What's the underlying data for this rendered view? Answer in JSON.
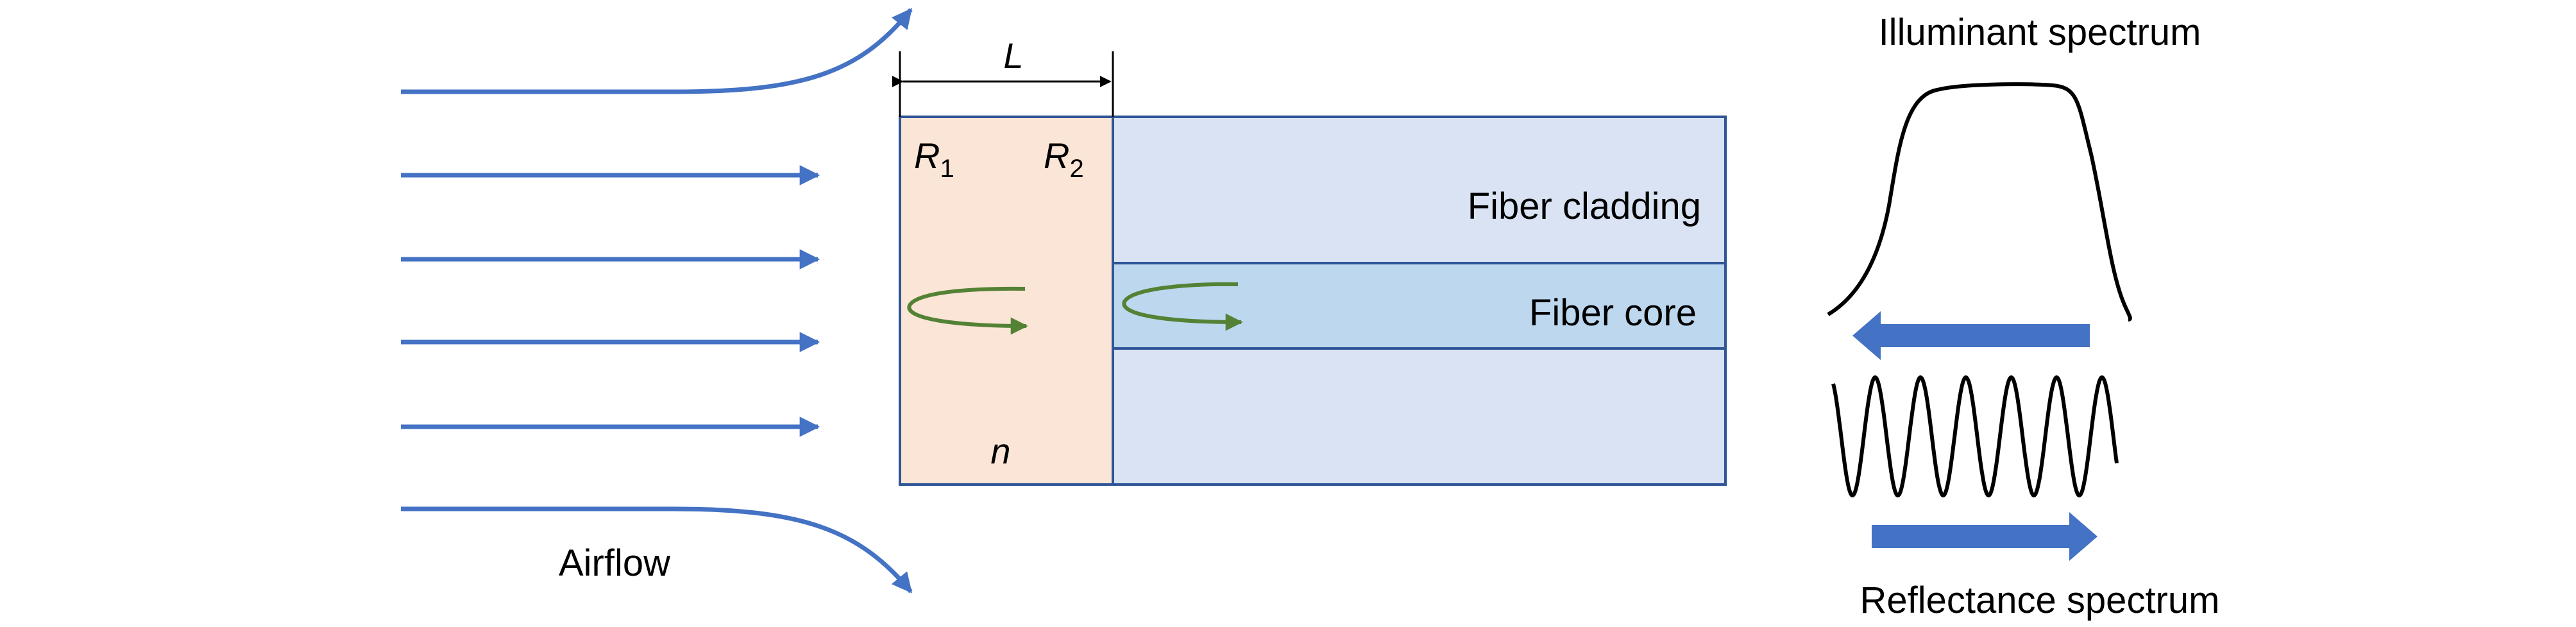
{
  "labels": {
    "length": "L",
    "r1": "R",
    "r1_sub": "1",
    "r2": "R",
    "r2_sub": "2",
    "index": "n",
    "fiber_cladding": "Fiber cladding",
    "fiber_core": "Fiber core",
    "airflow": "Airflow",
    "illuminant_spectrum": "Illuminant spectrum",
    "reflectance_spectrum": "Reflectance spectrum"
  },
  "colors": {
    "flow_arrow": "#4472C4",
    "cavity_fill": "#FBE5D6",
    "cladding_fill": "#DAE3F3",
    "core_fill": "#BDD7EE",
    "border": "#2F5597",
    "reflection_loop": "#548235",
    "spectrum_line": "#000000",
    "direction_arrow": "#4472C4"
  },
  "icons": {
    "reflection_loop": "circular-arrow-icon",
    "direction": "thick-arrow-icon"
  }
}
